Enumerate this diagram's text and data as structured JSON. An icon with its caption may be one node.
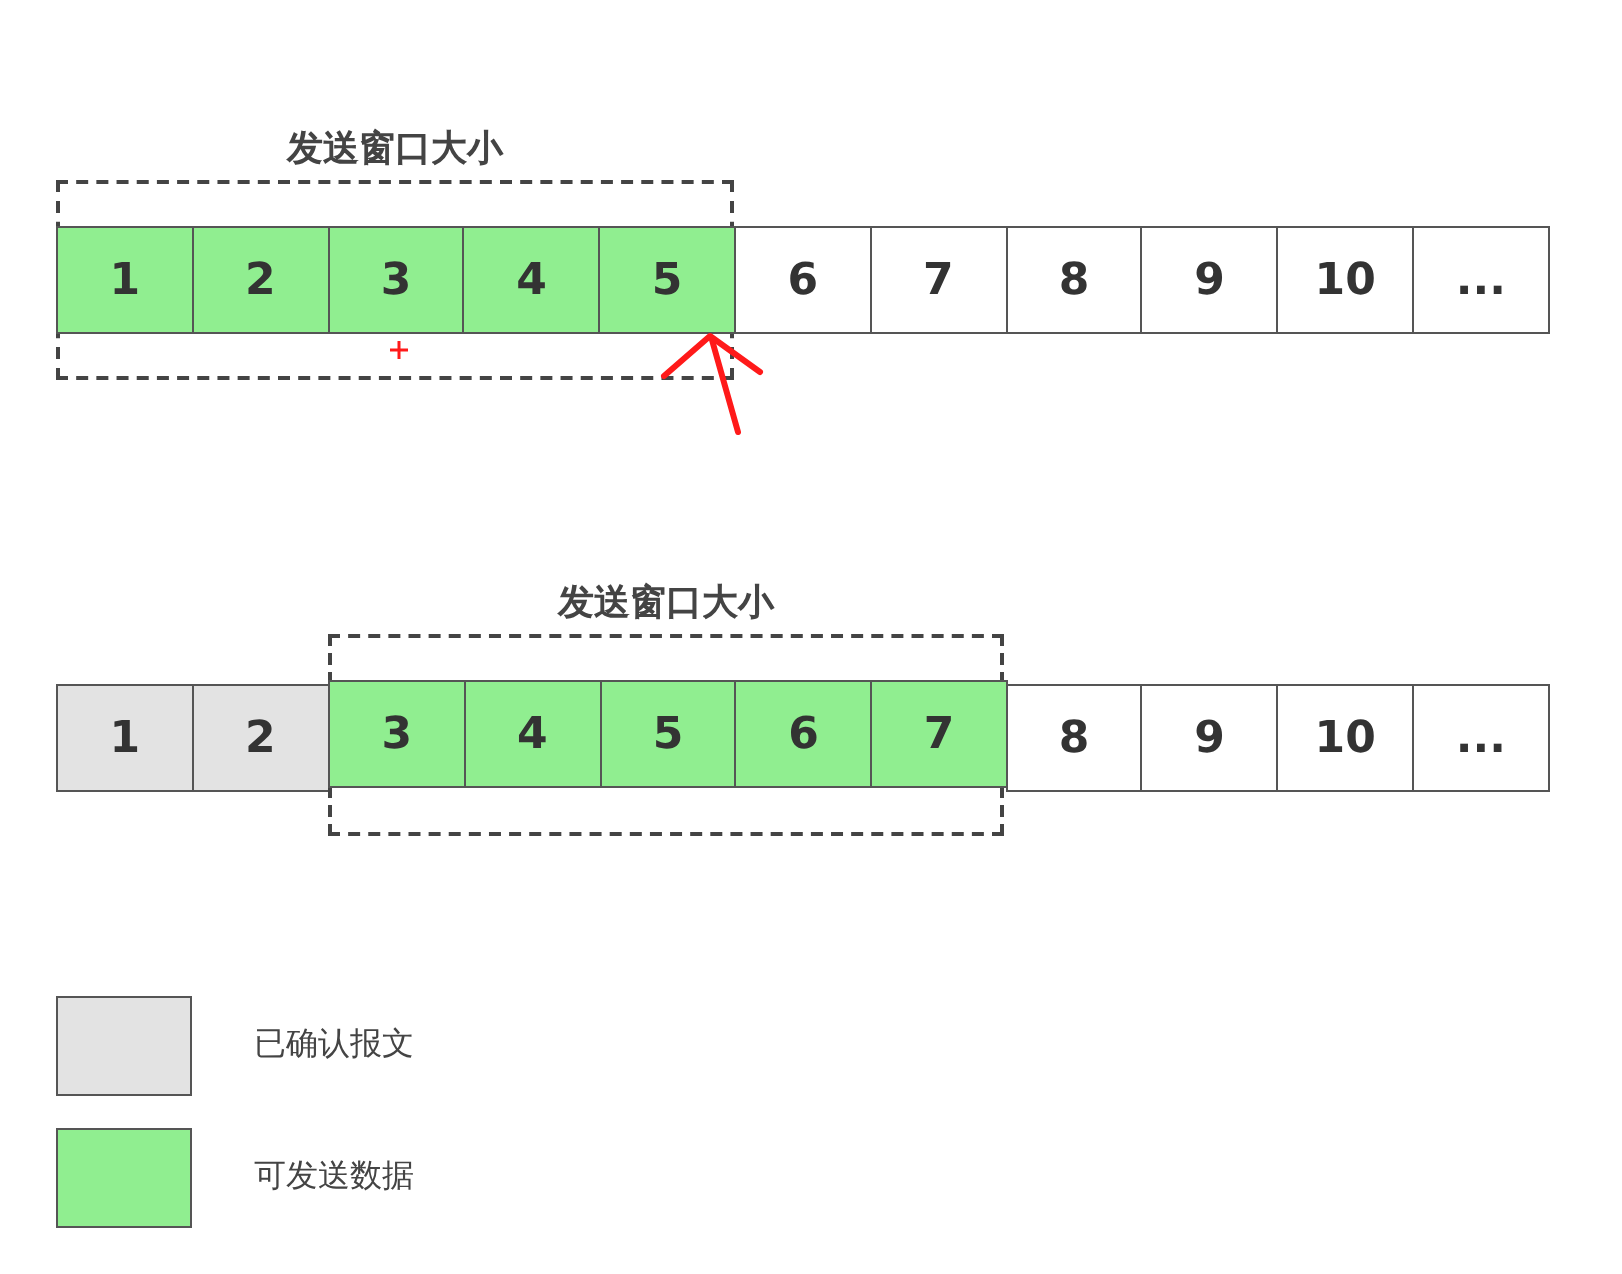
{
  "diagram": {
    "nodes": [
      {
        "text": [
          "发送窗口大小"
        ]
      },
      {
        "text": [
          "1"
        ],
        "in": 0
      },
      {
        "text": [
          "2"
        ],
        "in": 0
      },
      {
        "text": [
          "3"
        ],
        "in": 0
      },
      {
        "text": [
          "4"
        ],
        "in": 0
      },
      {
        "text": [
          "5"
        ],
        "in": 0
      },
      {
        "text": [
          "6"
        ]
      },
      {
        "text": [
          "7"
        ]
      },
      {
        "text": [
          "8"
        ]
      },
      {
        "text": [
          "9"
        ]
      },
      {
        "text": [
          "10"
        ]
      },
      {
        "text": [
          "..."
        ]
      },
      {
        "text": [
          "1"
        ]
      },
      {
        "text": [
          "2"
        ]
      },
      {
        "text": [
          "发送窗口大小"
        ]
      },
      {
        "text": [
          "3"
        ],
        "in": 14
      },
      {
        "text": [
          "4"
        ],
        "in": 14
      },
      {
        "text": [
          "5"
        ],
        "in": 14
      },
      {
        "text": [
          "6"
        ],
        "in": 14
      },
      {
        "text": [
          "7"
        ],
        "in": 14
      },
      {
        "text": [
          "8"
        ]
      },
      {
        "text": [
          "9"
        ]
      },
      {
        "text": [
          "10"
        ]
      },
      {
        "text": [
          "..."
        ]
      }
    ],
    "edges": [],
    "legend": [
      {
        "text": "已确认报文",
        "color": "#e3e3e3"
      },
      {
        "text": "可发送数据",
        "color": "#90ee90"
      }
    ]
  }
}
